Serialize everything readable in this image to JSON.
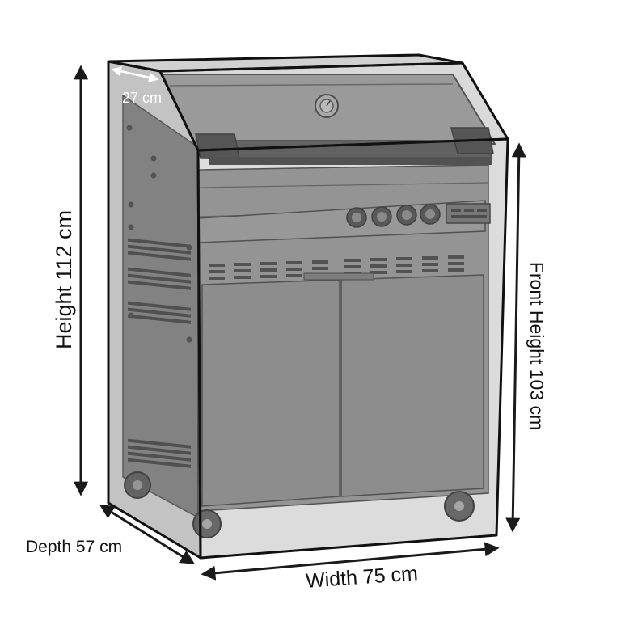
{
  "labels": {
    "top_depth": "27 cm",
    "height": "Height 112 cm",
    "front_height": "Front Height 103 cm",
    "depth": "Depth 57 cm",
    "width": "Width 75 cm"
  },
  "colors": {
    "background": "#ffffff",
    "cover_outline": "#111111",
    "cover_fill": "#8a8a8a",
    "grill_body": "#9a9a9a",
    "grill_dark": "#3e3e3e",
    "arrow": "#1a1a1a",
    "arrow_light": "#ffffff"
  },
  "icons": {
    "knobs": "control-knob-icon",
    "caster": "caster-wheel-icon",
    "thermometer": "thermometer-icon"
  }
}
